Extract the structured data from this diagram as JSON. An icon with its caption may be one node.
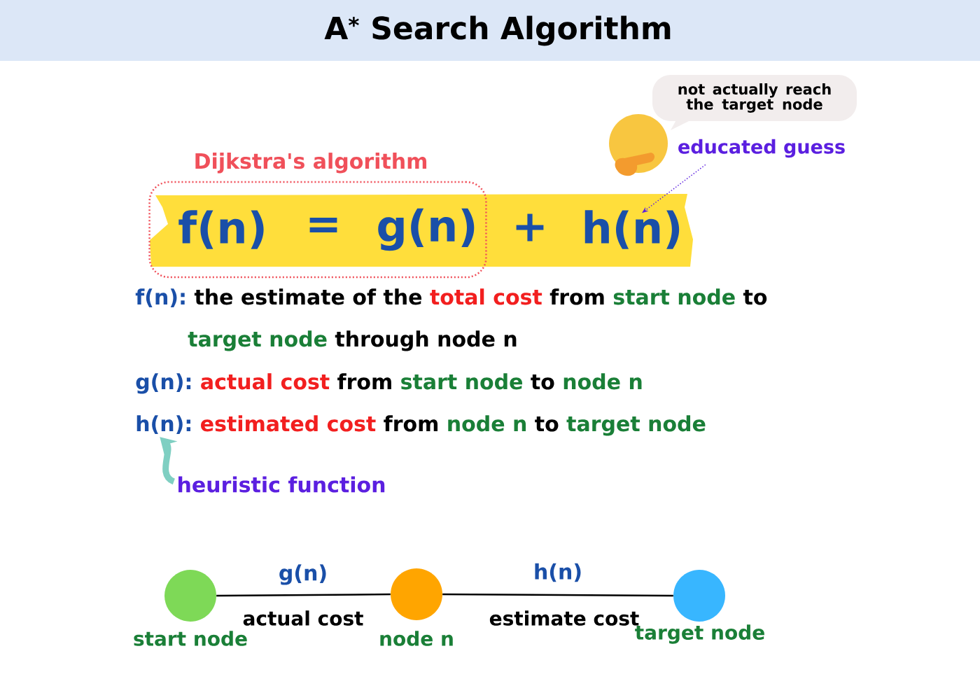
{
  "diagram": {
    "title": "A$^{*}$ Search Algorithm",
    "nodes": [
      {
        "text": [
          "not actually reach the target node"
        ]
      },
      {
        "text": [
          "Dijkstra's algorithm"
        ]
      },
      {
        "text": [
          "f(n)"
        ],
        "in": 1
      },
      {
        "text": [
          "="
        ],
        "in": 1
      },
      {
        "text": [
          "g(n)"
        ],
        "in": 1
      },
      {
        "text": [
          "+"
        ]
      },
      {
        "text": [
          "h(n)"
        ]
      },
      {
        "text": [
          "educated guess"
        ]
      },
      {
        "text": [
          "h(n):"
        ]
      },
      {
        "text": [
          "heuristic function"
        ]
      },
      {
        "text": [],
        "shape": "circle",
        "beside": [
          "start node"
        ]
      },
      {
        "text": [],
        "shape": "circle",
        "beside": [
          "node n"
        ]
      },
      {
        "text": [],
        "shape": "circle",
        "beside": [
          "target node"
        ]
      }
    ],
    "edges": [
      {
        "from": 7,
        "to": 6,
        "arrow": "to",
        "style": "dashed",
        "color": "#5b1fe0"
      },
      {
        "from": 9,
        "to": 8,
        "arrow": "to",
        "style": "thick",
        "color": "#7fcfc2"
      },
      {
        "from": 10,
        "to": 11,
        "arrow": "none",
        "label": "g(n)"
      },
      {
        "from": 11,
        "to": 12,
        "arrow": "none",
        "label": "h(n)"
      }
    ],
    "labels": [
      "f(n):",
      "the estimate of the",
      "total cost",
      "from",
      "start node",
      "to",
      "target node",
      "through  node n",
      "g(n):",
      "actual cost",
      "from",
      "start node",
      "to",
      "node n",
      "estimated cost",
      "from",
      "node n",
      "to",
      "target node",
      "actual cost",
      "estimate cost"
    ]
  }
}
